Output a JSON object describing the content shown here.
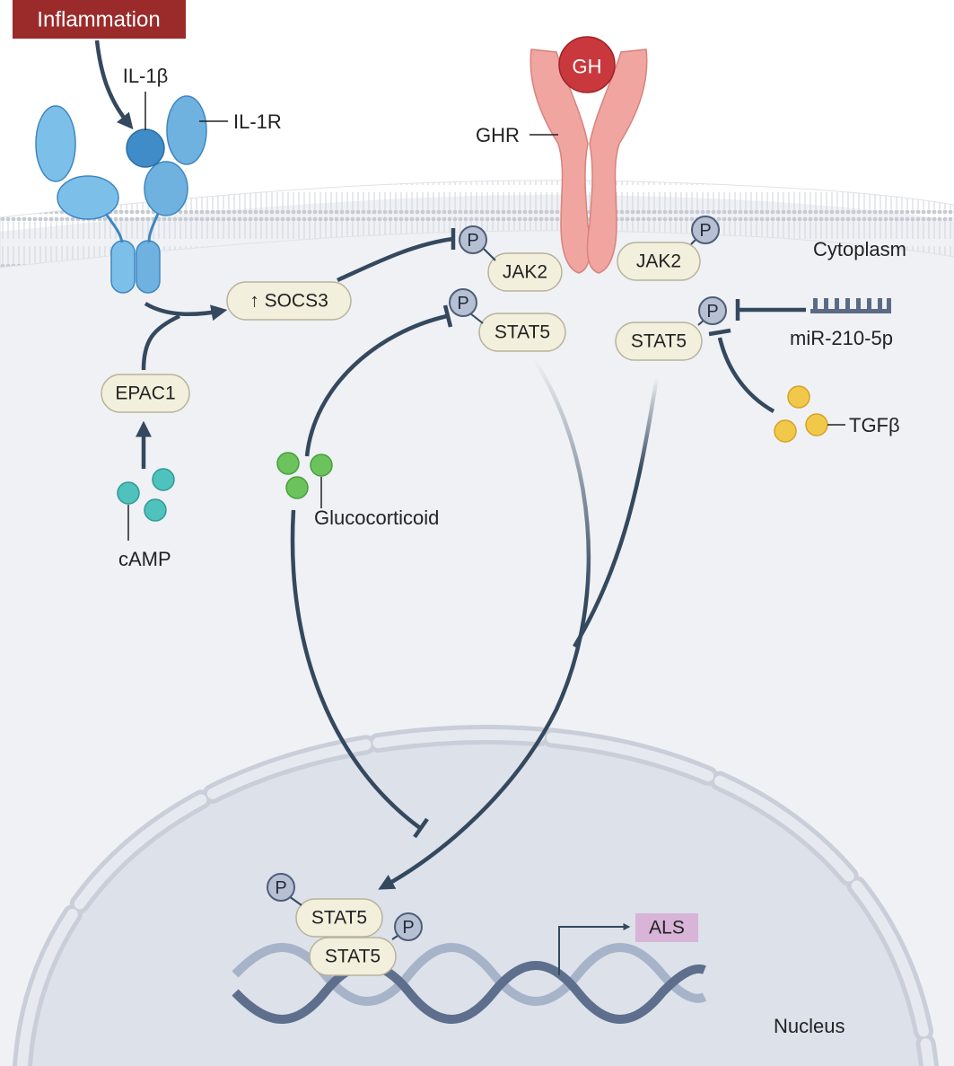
{
  "labels": {
    "inflammation": "Inflammation",
    "il1b": "IL-1β",
    "il1r": "IL-1R",
    "gh": "GH",
    "ghr": "GHR",
    "cytoplasm": "Cytoplasm",
    "socs3": "↑ SOCS3",
    "jak2_left": "JAK2",
    "jak2_right": "JAK2",
    "stat5_center": "STAT5",
    "stat5_right": "STAT5",
    "mir": "miR-210-5p",
    "tgfb": "TGFβ",
    "epac1": "EPAC1",
    "camp": "cAMP",
    "glucocorticoid": "Glucocorticoid",
    "stat5_dimer_top": "STAT5",
    "stat5_dimer_bottom": "STAT5",
    "als": "ALS",
    "nucleus": "Nucleus",
    "phospho": "P"
  },
  "colors": {
    "inflammation_bg": "#9b2b2b",
    "receptor_blue": "#6fb7e6",
    "il1b_ball": "#3f8cc8",
    "gh_red": "#c8383d",
    "ghr_pink": "#f0a5a0",
    "camp_teal": "#4fc2bd",
    "glucocorticoid_green": "#6cc25c",
    "tgfb_yellow": "#f2c84a",
    "als_box": "#d8b4d8",
    "arrow": "#34485e"
  }
}
